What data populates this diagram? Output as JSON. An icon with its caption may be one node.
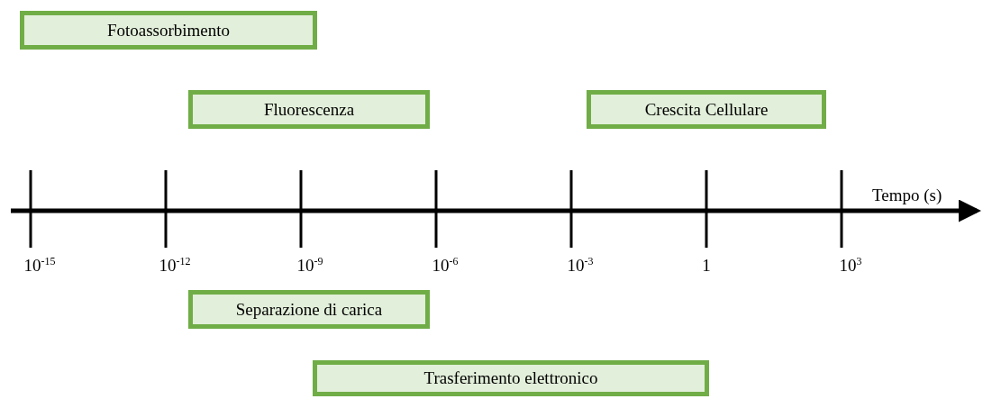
{
  "diagram": {
    "nodes": [
      {
        "text": [
          "Fotoassorbimento"
        ]
      },
      {
        "text": [
          "Fluorescenza"
        ]
      },
      {
        "text": [
          "Crescita Cellulare"
        ]
      },
      {
        "text": [
          "Separazione di carica"
        ]
      },
      {
        "text": [
          "Trasferimento elettronico"
        ]
      }
    ],
    "edges": [],
    "labels": [
      "Tempo (s)",
      "10$^{-15}$",
      "10$^{-12}$",
      "10$^{-9}$",
      "10$^{-6}$",
      "10$^{-3}$",
      "1",
      "10$^{3}$"
    ]
  }
}
